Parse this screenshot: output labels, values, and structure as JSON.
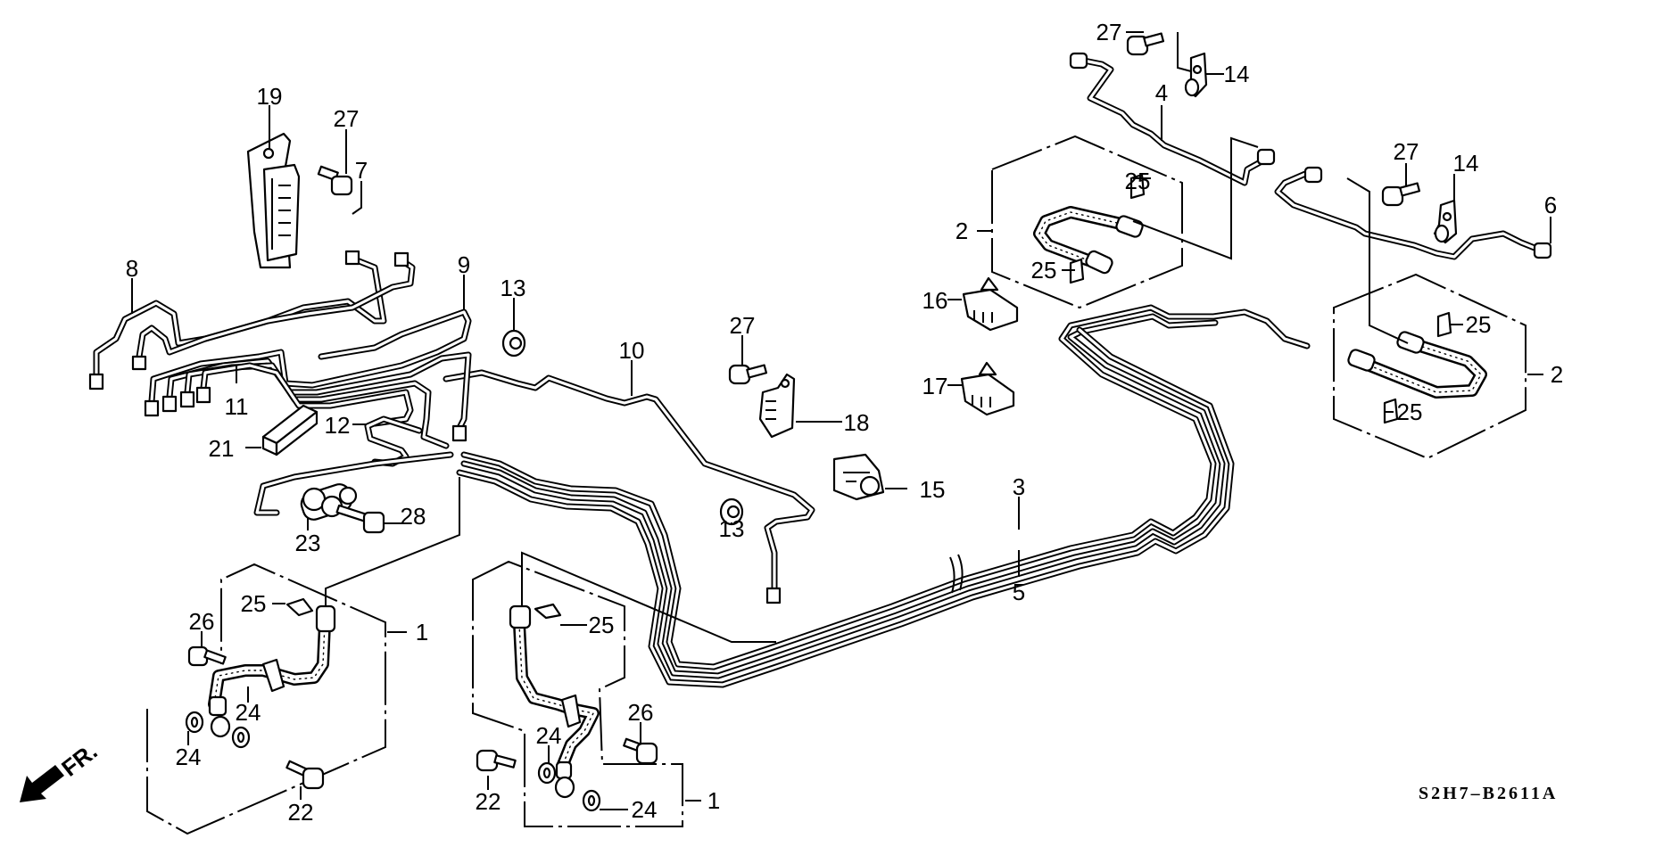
{
  "diagram": {
    "title": "Brake lines parts diagram",
    "drawing_code": "S2H7–B2611A",
    "orientation_marker": "FR.",
    "callouts": [
      {
        "id": "c19a",
        "text": "19"
      },
      {
        "id": "c27a",
        "text": "27"
      },
      {
        "id": "c7",
        "text": "7"
      },
      {
        "id": "c8",
        "text": "8"
      },
      {
        "id": "c9",
        "text": "9"
      },
      {
        "id": "c13a",
        "text": "13"
      },
      {
        "id": "c10",
        "text": "10"
      },
      {
        "id": "c11",
        "text": "11"
      },
      {
        "id": "c12",
        "text": "12"
      },
      {
        "id": "c21",
        "text": "21"
      },
      {
        "id": "c27b",
        "text": "27"
      },
      {
        "id": "c18",
        "text": "18"
      },
      {
        "id": "c16",
        "text": "16"
      },
      {
        "id": "c17",
        "text": "17"
      },
      {
        "id": "c15",
        "text": "15"
      },
      {
        "id": "c28",
        "text": "28"
      },
      {
        "id": "c23",
        "text": "23"
      },
      {
        "id": "c13b",
        "text": "13"
      },
      {
        "id": "c3",
        "text": "3"
      },
      {
        "id": "c5",
        "text": "5"
      },
      {
        "id": "c25a",
        "text": "25"
      },
      {
        "id": "c26a",
        "text": "26"
      },
      {
        "id": "c1a",
        "text": "1"
      },
      {
        "id": "c24a",
        "text": "24"
      },
      {
        "id": "c24b",
        "text": "24"
      },
      {
        "id": "c22a",
        "text": "22"
      },
      {
        "id": "c25b",
        "text": "25"
      },
      {
        "id": "c26b",
        "text": "26"
      },
      {
        "id": "c24c",
        "text": "24"
      },
      {
        "id": "c22b",
        "text": "22"
      },
      {
        "id": "c24d",
        "text": "24"
      },
      {
        "id": "c1b",
        "text": "1"
      },
      {
        "id": "c27c",
        "text": "27"
      },
      {
        "id": "c14a",
        "text": "14"
      },
      {
        "id": "c4",
        "text": "4"
      },
      {
        "id": "c25c",
        "text": "25"
      },
      {
        "id": "c2a",
        "text": "2"
      },
      {
        "id": "c25d",
        "text": "25"
      },
      {
        "id": "c27d",
        "text": "27"
      },
      {
        "id": "c14b",
        "text": "14"
      },
      {
        "id": "c6",
        "text": "6"
      },
      {
        "id": "c25e",
        "text": "25"
      },
      {
        "id": "c2b",
        "text": "2"
      },
      {
        "id": "c25f",
        "text": "25"
      }
    ]
  }
}
